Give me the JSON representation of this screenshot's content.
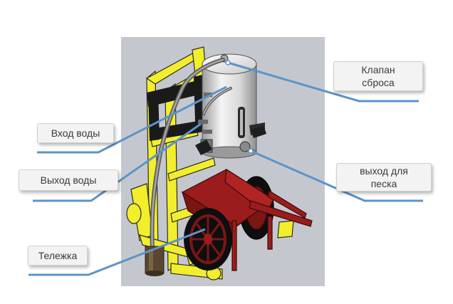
{
  "labels": {
    "relief_valve_line1": "Клапан",
    "relief_valve_line2": "сброса",
    "water_inlet": "Вход воды",
    "water_outlet": "Выход воды",
    "sand_outlet_line1": "выход для",
    "sand_outlet_line2": "песка",
    "cart": "Тележка"
  },
  "colors": {
    "background": "#ffffff",
    "render_background": "#c4c8ce",
    "frame": "#f2ee2c",
    "tank": "#e2e2e2",
    "cart": "#9b1c1c",
    "wheel": "#111111",
    "leader_line": "#5b94c9",
    "callout_fill": "#f3f3f3"
  }
}
